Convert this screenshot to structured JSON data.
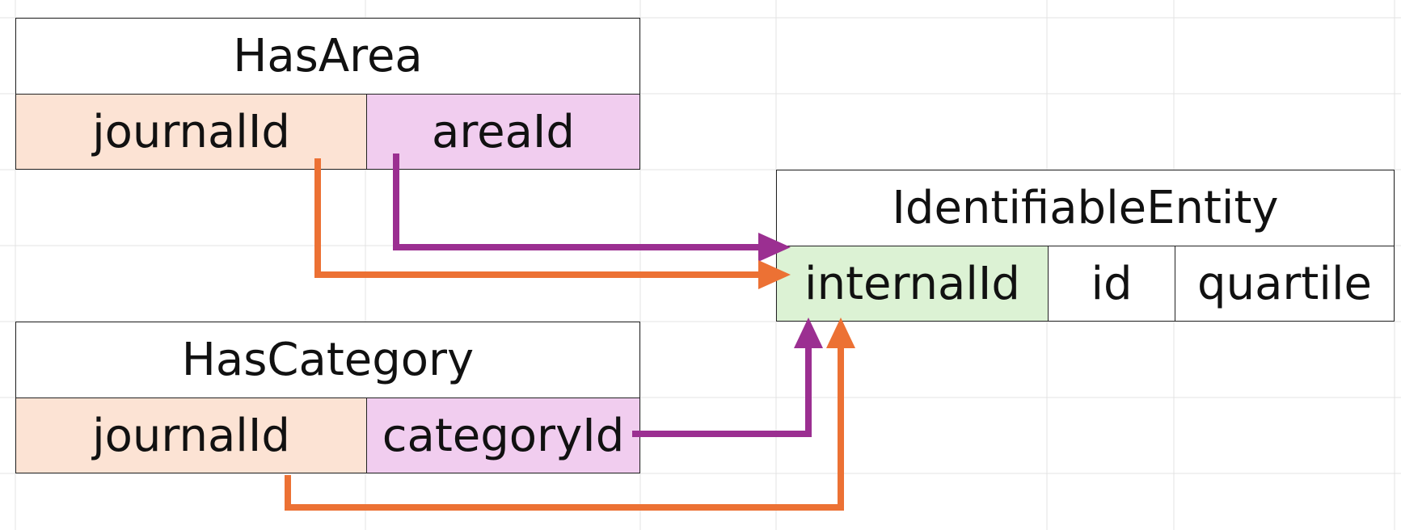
{
  "colors": {
    "fk_journal_bg": "#fce3d4",
    "fk_other_bg": "#f1cdef",
    "pk_bg": "#dcf2d4",
    "orange_arrow": "#ec7134",
    "purple_arrow": "#9b2f91"
  },
  "tables": {
    "has_area": {
      "title": "HasArea",
      "columns": [
        "journalId",
        "areaId"
      ]
    },
    "has_category": {
      "title": "HasCategory",
      "columns": [
        "journalId",
        "categoryId"
      ]
    },
    "identifiable_entity": {
      "title": "IdentifiableEntity",
      "columns": [
        "internalId",
        "id",
        "quartile"
      ]
    }
  }
}
